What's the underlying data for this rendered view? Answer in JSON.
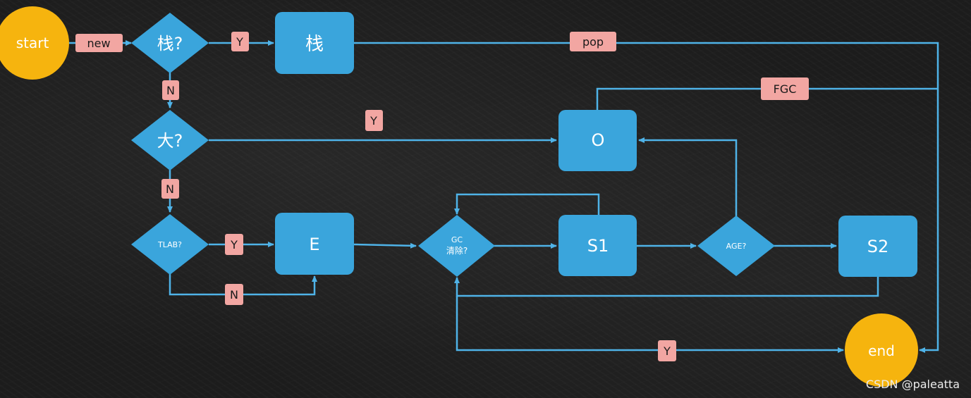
{
  "colors": {
    "box": "#3aa5dc",
    "line": "#4fb3e8",
    "terminal": "#f6b40e",
    "label_bg": "#f2a6a2",
    "label_text": "#1a1a1a"
  },
  "nodes": {
    "start": "start",
    "stack_q": "栈?",
    "stack": "栈",
    "big_q": "大?",
    "old": "O",
    "tlab_q": "TLAB?",
    "eden": "E",
    "gc_q_line1": "GC",
    "gc_q_line2": "清除?",
    "s1": "S1",
    "age_q": "AGE?",
    "s2": "S2",
    "end": "end"
  },
  "edge_labels": {
    "new": "new",
    "y_stack": "Y",
    "pop": "pop",
    "n_stack": "N",
    "fgc": "FGC",
    "y_big": "Y",
    "n_big": "N",
    "y_tlab": "Y",
    "n_tlab": "N",
    "y_gc": "Y"
  },
  "watermark": "CSDN @paleatta"
}
